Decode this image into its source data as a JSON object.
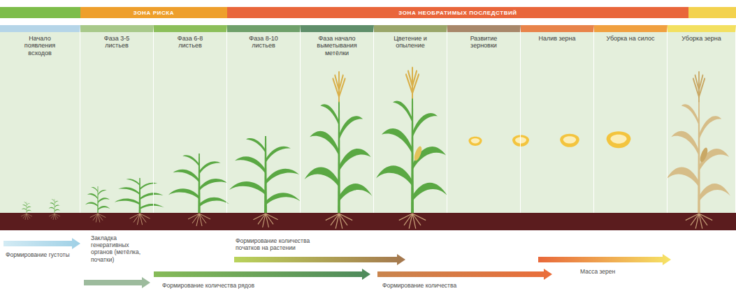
{
  "diagram": {
    "nodes": [
      {
        "text": [
          "ЗОНА РИСКА"
        ]
      },
      {
        "text": [
          "ЗОНА НЕОБРАТИМЫХ ПОСЛЕДСТВИЙ"
        ]
      },
      {
        "text": [
          "Начало появления всходов"
        ]
      },
      {
        "text": [
          "Фаза 3-5 листьев"
        ]
      },
      {
        "text": [
          "Фаза 6-8 листьев"
        ]
      },
      {
        "text": [
          "Фаза 8-10 листьев"
        ]
      },
      {
        "text": [
          "Фаза начало выметывания метёлки"
        ]
      },
      {
        "text": [
          "Цветение и опыление"
        ]
      },
      {
        "text": [
          "Развитие зерновки"
        ]
      },
      {
        "text": [
          "Налив зерна"
        ]
      },
      {
        "text": [
          "Уборка на силос"
        ]
      },
      {
        "text": [
          "Уборка зерна"
        ]
      }
    ],
    "labels": [
      "Формирование густоты",
      "Закладка генеративных органов (метёлка, початки)",
      "Формирование количества початков на растении",
      "Формирование количества рядов",
      "Формирование количества",
      "Масса зерен"
    ]
  }
}
